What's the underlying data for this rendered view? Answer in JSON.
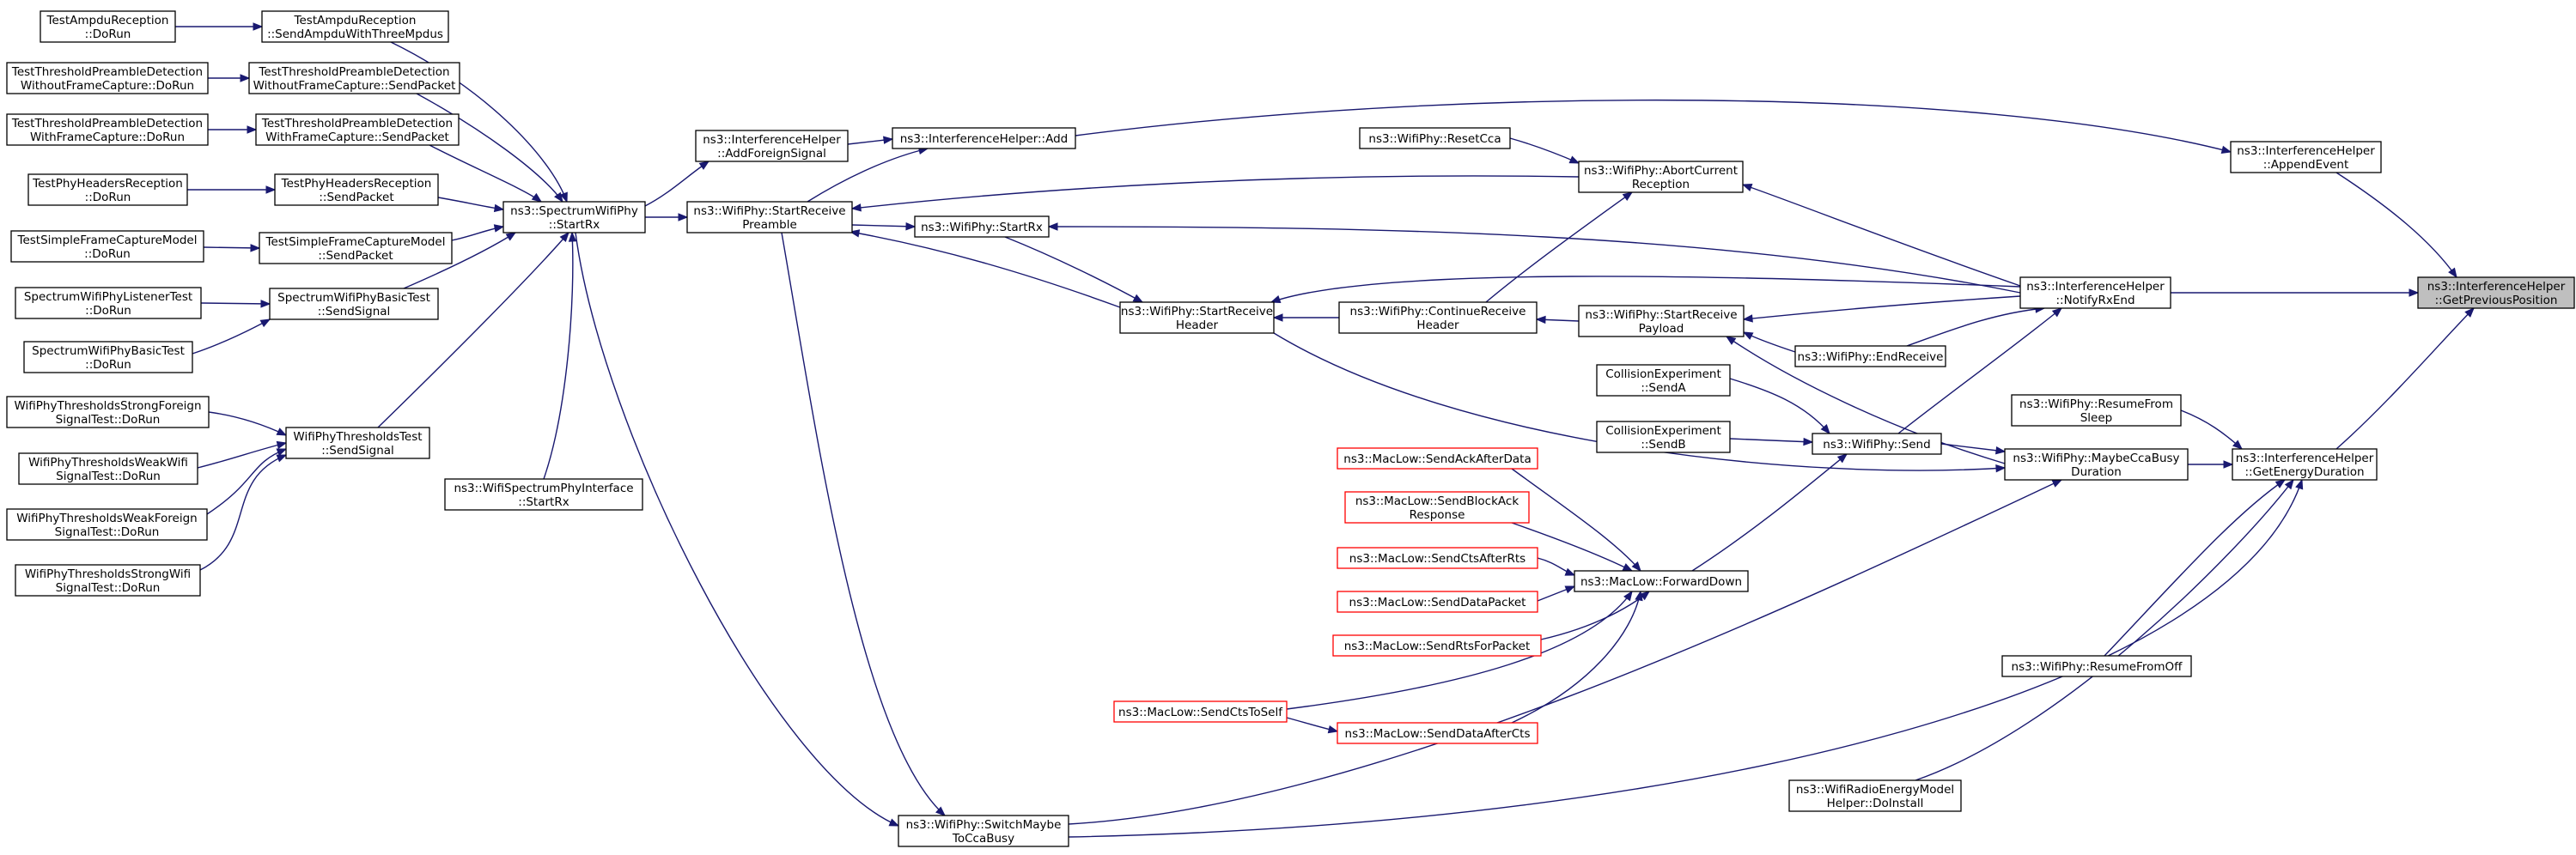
{
  "colors": {
    "edge": "#191970",
    "node_border": "#000000",
    "undocumented_border": "#ff0000",
    "root_fill": "#bfbfbf"
  },
  "nodes": {
    "n1": {
      "lines": [
        "TestAmpduReception",
        "::DoRun"
      ]
    },
    "n2": {
      "lines": [
        "TestAmpduReception",
        "::SendAmpduWithThreeMpdus"
      ]
    },
    "n3": {
      "lines": [
        "TestThresholdPreambleDetection",
        "WithoutFrameCapture::DoRun"
      ]
    },
    "n4": {
      "lines": [
        "TestThresholdPreambleDetection",
        "WithoutFrameCapture::SendPacket"
      ]
    },
    "n5": {
      "lines": [
        "TestThresholdPreambleDetection",
        "WithFrameCapture::DoRun"
      ]
    },
    "n6": {
      "lines": [
        "TestThresholdPreambleDetection",
        "WithFrameCapture::SendPacket"
      ]
    },
    "n7": {
      "lines": [
        "TestPhyHeadersReception",
        "::DoRun"
      ]
    },
    "n8": {
      "lines": [
        "TestPhyHeadersReception",
        "::SendPacket"
      ]
    },
    "n9": {
      "lines": [
        "TestSimpleFrameCaptureModel",
        "::DoRun"
      ]
    },
    "n10": {
      "lines": [
        "TestSimpleFrameCaptureModel",
        "::SendPacket"
      ]
    },
    "n11": {
      "lines": [
        "SpectrumWifiPhyListenerTest",
        "::DoRun"
      ]
    },
    "n12": {
      "lines": [
        "SpectrumWifiPhyBasicTest",
        "::SendSignal"
      ]
    },
    "n13": {
      "lines": [
        "SpectrumWifiPhyBasicTest",
        "::DoRun"
      ]
    },
    "n14": {
      "lines": [
        "WifiPhyThresholdsStrongForeign",
        "SignalTest::DoRun"
      ]
    },
    "n15": {
      "lines": [
        "WifiPhyThresholdsTest",
        "::SendSignal"
      ]
    },
    "n16": {
      "lines": [
        "WifiPhyThresholdsWeakWifi",
        "SignalTest::DoRun"
      ]
    },
    "n17": {
      "lines": [
        "WifiPhyThresholdsWeakForeign",
        "SignalTest::DoRun"
      ]
    },
    "n18": {
      "lines": [
        "WifiPhyThresholdsStrongWifi",
        "SignalTest::DoRun"
      ]
    },
    "n19": {
      "lines": [
        "ns3::SpectrumWifiPhy",
        "::StartRx"
      ]
    },
    "n20": {
      "lines": [
        "ns3::WifiSpectrumPhyInterface",
        "::StartRx"
      ]
    },
    "n21": {
      "lines": [
        "ns3::InterferenceHelper",
        "::AddForeignSignal"
      ]
    },
    "n22": {
      "lines": [
        "ns3::InterferenceHelper::Add"
      ]
    },
    "n23": {
      "lines": [
        "ns3::WifiPhy::StartReceive",
        "Preamble"
      ]
    },
    "n24": {
      "lines": [
        "ns3::WifiPhy::StartRx"
      ]
    },
    "n25": {
      "lines": [
        "ns3::WifiPhy::SwitchMaybe",
        "ToCcaBusy"
      ]
    },
    "n26": {
      "lines": [
        "ns3::WifiPhy::ResetCca"
      ]
    },
    "n27": {
      "lines": [
        "ns3::WifiPhy::AbortCurrent",
        "Reception"
      ]
    },
    "n28": {
      "lines": [
        "ns3::WifiPhy::StartReceive",
        "Header"
      ]
    },
    "n29": {
      "lines": [
        "ns3::WifiPhy::ContinueReceive",
        "Header"
      ]
    },
    "n30": {
      "lines": [
        "ns3::WifiPhy::StartReceive",
        "Payload"
      ]
    },
    "n31": {
      "lines": [
        "CollisionExperiment",
        "::SendA"
      ]
    },
    "n32": {
      "lines": [
        "CollisionExperiment",
        "::SendB"
      ]
    },
    "n33": {
      "lines": [
        "ns3::MacLow::SendAckAfterData"
      ]
    },
    "n34": {
      "lines": [
        "ns3::MacLow::SendBlockAck",
        "Response"
      ]
    },
    "n35": {
      "lines": [
        "ns3::MacLow::SendCtsAfterRts"
      ]
    },
    "n36": {
      "lines": [
        "ns3::MacLow::SendDataPacket"
      ]
    },
    "n37": {
      "lines": [
        "ns3::MacLow::SendRtsForPacket"
      ]
    },
    "n38": {
      "lines": [
        "ns3::MacLow::SendCtsToSelf"
      ]
    },
    "n39": {
      "lines": [
        "ns3::MacLow::SendDataAfterCts"
      ]
    },
    "n40": {
      "lines": [
        "ns3::MacLow::ForwardDown"
      ]
    },
    "n41": {
      "lines": [
        "ns3::WifiPhy::EndReceive"
      ]
    },
    "n42": {
      "lines": [
        "ns3::WifiPhy::Send"
      ]
    },
    "n43": {
      "lines": [
        "ns3::InterferenceHelper",
        "::AppendEvent"
      ]
    },
    "n44": {
      "lines": [
        "ns3::InterferenceHelper",
        "::NotifyRxEnd"
      ]
    },
    "n45": {
      "lines": [
        "ns3::WifiPhy::ResumeFrom",
        "Sleep"
      ]
    },
    "n46": {
      "lines": [
        "ns3::WifiPhy::MaybeCcaBusy",
        "Duration"
      ]
    },
    "n47": {
      "lines": [
        "ns3::WifiPhy::ResumeFromOff"
      ]
    },
    "n48": {
      "lines": [
        "ns3::WifiRadioEnergyModel",
        "Helper::DoInstall"
      ]
    },
    "n49": {
      "lines": [
        "ns3::InterferenceHelper",
        "::GetEnergyDuration"
      ]
    },
    "n50": {
      "lines": [
        "ns3::InterferenceHelper",
        "::GetPreviousPosition"
      ]
    }
  }
}
